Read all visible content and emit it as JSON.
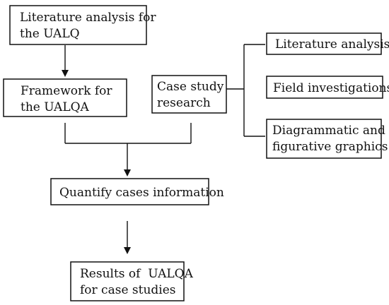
{
  "boxes": {
    "literature_analysis_ualq": {
      "line1": "Literature analysis for",
      "line2": "the UALQ"
    },
    "framework_ualqa": {
      "line1": "Framework for",
      "line2": "the UALQA"
    },
    "case_study_research": {
      "line1": "Case study",
      "line2": "research"
    },
    "method_literature_analysis": {
      "line1": "Literature analysis"
    },
    "method_field_investigations": {
      "line1": "Field investigations"
    },
    "method_diagrammatic_graphics": {
      "line1": "Diagrammatic and",
      "line2": "figurative graphics"
    },
    "quantify_cases": {
      "line1": "Quantify cases information"
    },
    "results_ualqa": {
      "line1": "Results of  UALQA",
      "line2": "for case studies"
    }
  }
}
